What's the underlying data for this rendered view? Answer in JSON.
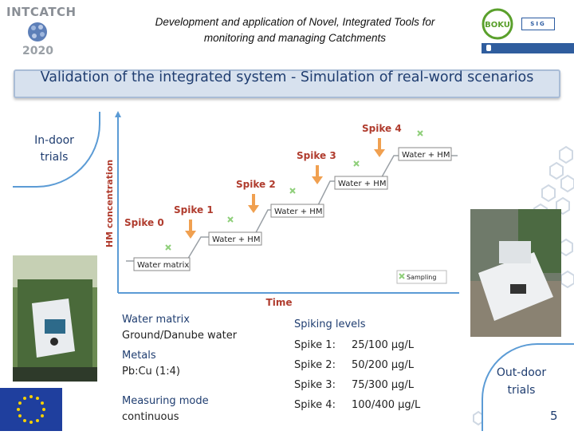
{
  "header": {
    "logo_text": "INTCATCH",
    "logo_year": "2020",
    "title_line1": "Development and application of Novel, Integrated Tools for",
    "title_line2": "monitoring and managing Catchments",
    "boku_logo": "BOKU",
    "sig_logo": "SIG"
  },
  "slide_title": "Validation of the integrated system - Simulation of real-word scenarios",
  "indoor": {
    "line1": "In-door",
    "line2": "trials"
  },
  "outdoor": {
    "line1": "Out-door",
    "line2": "trials"
  },
  "chart": {
    "ylabel": "HM concentration",
    "xlabel": "Time",
    "spikes": [
      "Spike 0",
      "Spike 1",
      "Spike 2",
      "Spike 3",
      "Spike 4"
    ],
    "boxes": [
      "Water matrix",
      "Water + HM",
      "Water + HM",
      "Water + HM",
      "Water + HM"
    ],
    "legend": "Sampling",
    "colors": {
      "axis": "#5b9bd5",
      "step": "#9aa0a6",
      "arrow": "#f0a050",
      "spike": "#b03c2e",
      "sample": "#8fcf7a"
    }
  },
  "left_list": {
    "water_matrix_h": "Water matrix",
    "water_matrix_v": "Ground/Danube water",
    "metals_h": "Metals",
    "metals_v": "Pb:Cu  (1:4)",
    "mode_h": "Measuring mode",
    "mode_v": "continuous"
  },
  "spiking": {
    "header": "Spiking levels",
    "rows": [
      {
        "label": "Spike 1:",
        "value": "25/100 µg/L"
      },
      {
        "label": "Spike 2:",
        "value": "50/200 µg/L"
      },
      {
        "label": "Spike 3:",
        "value": "75/300 µg/L"
      },
      {
        "label": "Spike 4:",
        "value": "100/400 µg/L"
      }
    ]
  },
  "page_number": "5"
}
